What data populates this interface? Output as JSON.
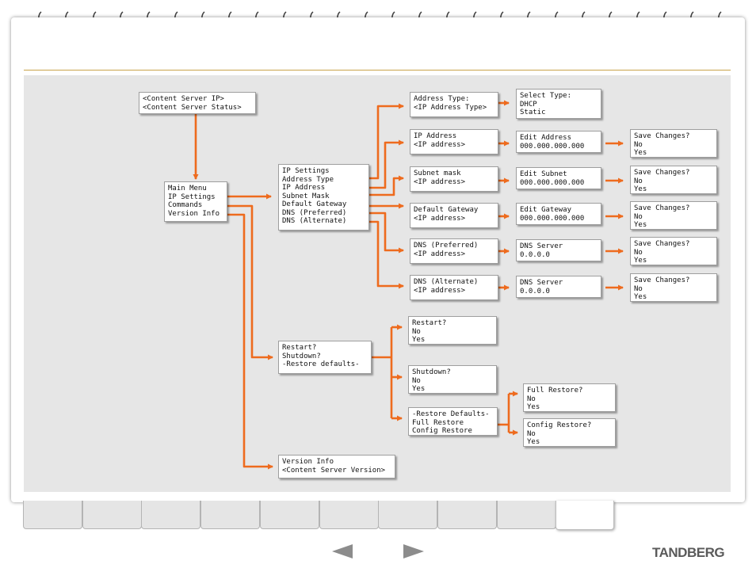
{
  "colors": {
    "connector": "#ee6b1e",
    "gold_rule": "#c8a24a",
    "tab_fill": "#e5e5e5"
  },
  "boxes": {
    "server": [
      "<Content Server IP>",
      "<Content Server Status>"
    ],
    "main_menu": [
      "Main Menu",
      "IP Settings",
      "Commands",
      "Version Info"
    ],
    "ip_settings": [
      "IP Settings",
      "Address Type",
      "IP Address",
      "Subnet Mask",
      "Default Gateway",
      "DNS (Preferred)",
      "DNS (Alternate)"
    ],
    "address_type": [
      "Address Type:",
      "<IP Address Type>"
    ],
    "select_type": [
      "Select Type:",
      "DHCP",
      "Static"
    ],
    "ip_address": [
      "IP Address",
      "<IP address>"
    ],
    "edit_address": [
      "Edit Address",
      "000.000.000.000"
    ],
    "save_ip_address": [
      "Save Changes?",
      "No",
      "Yes"
    ],
    "subnet_mask": [
      "Subnet mask",
      "<IP address>"
    ],
    "edit_subnet": [
      "Edit Subnet",
      "000.000.000.000"
    ],
    "save_subnet": [
      "Save Changes?",
      "No",
      "Yes"
    ],
    "default_gateway": [
      "Default Gateway",
      "<IP address>"
    ],
    "edit_gateway": [
      "Edit Gateway",
      "000.000.000.000"
    ],
    "save_gateway": [
      "Save Changes?",
      "No",
      "Yes"
    ],
    "dns_preferred": [
      "DNS (Preferred)",
      "<IP address>"
    ],
    "dns_server_preferred": [
      "DNS Server",
      "0.0.0.0"
    ],
    "save_dns_preferred": [
      "Save Changes?",
      "No",
      "Yes"
    ],
    "dns_alternate": [
      "DNS (Alternate)",
      "<IP address>"
    ],
    "dns_server_alternate": [
      "DNS Server",
      "0.0.0.0"
    ],
    "save_dns_alternate": [
      "Save Changes?",
      "No",
      "Yes"
    ],
    "commands": [
      "Restart?",
      "Shutdown?",
      "-Restore defaults-"
    ],
    "restart": [
      "Restart?",
      "No",
      "Yes"
    ],
    "shutdown": [
      "Shutdown?",
      "No",
      "Yes"
    ],
    "restore_defaults": [
      "-Restore Defaults-",
      "Full Restore",
      "Config Restore"
    ],
    "full_restore": [
      "Full Restore?",
      "No",
      "Yes"
    ],
    "config_restore": [
      "Config Restore?",
      "No",
      "Yes"
    ],
    "version_info": [
      "Version Info",
      "<Content Server Version>"
    ]
  },
  "footer": {
    "logo": "TANDBERG",
    "tab_count": 10,
    "active_tab_index": 9
  },
  "icons": {
    "prev": "left-arrow-icon",
    "next": "right-arrow-icon"
  }
}
